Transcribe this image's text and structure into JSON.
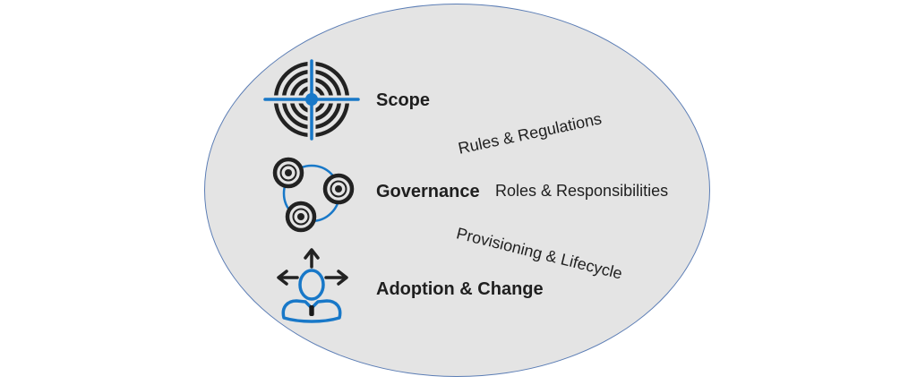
{
  "diagram": {
    "title_none": "",
    "rows": [
      {
        "label": "Scope",
        "icon": "target-icon"
      },
      {
        "label": "Governance",
        "icon": "connected-circles-icon"
      },
      {
        "label": "Adoption & Change",
        "icon": "person-arrows-icon"
      }
    ],
    "angled": [
      {
        "label": "Rules & Regulations"
      },
      {
        "label": "Roles & Responsibilities"
      },
      {
        "label": "Provisioning & Lifecycle"
      }
    ],
    "colors": {
      "ellipse_fill": "#e4e4e4",
      "ellipse_border": "#5b7db5",
      "accent_blue": "#1878c8",
      "icon_black": "#222222",
      "text": "#1f1f1f",
      "page_background": "#ffffff"
    }
  }
}
